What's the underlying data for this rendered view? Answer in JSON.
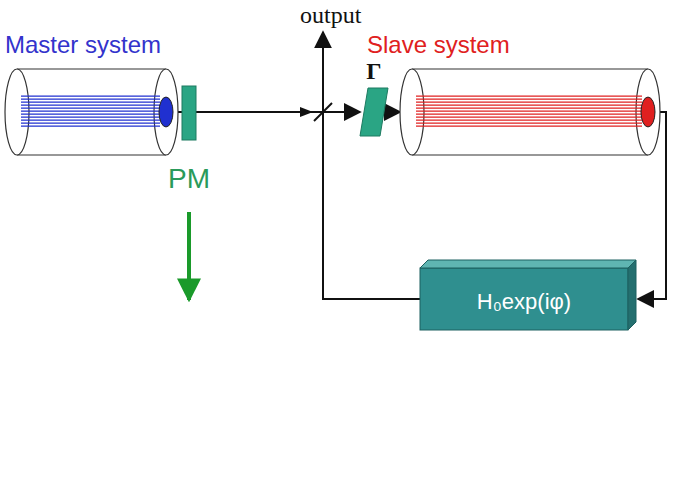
{
  "diagram": {
    "nodes": [
      {
        "text": [
          "Master system"
        ]
      },
      {
        "text": [
          "PM"
        ]
      },
      {
        "text": [
          "Γ"
        ]
      },
      {
        "text": [
          "Slave system"
        ]
      },
      {
        "text": [
          "H₀exp(iφ)"
        ]
      }
    ],
    "edges": [
      {
        "from": 0,
        "to": 1,
        "arrow": "none"
      },
      {
        "from": 1,
        "to": 2,
        "arrow": "to"
      },
      {
        "from": 2,
        "to": 3,
        "arrow": "to"
      },
      {
        "from": 3,
        "to": 4,
        "arrow": "to"
      },
      {
        "from": 4,
        "to": 2,
        "arrow": "none"
      }
    ],
    "labels": [
      "output"
    ]
  }
}
